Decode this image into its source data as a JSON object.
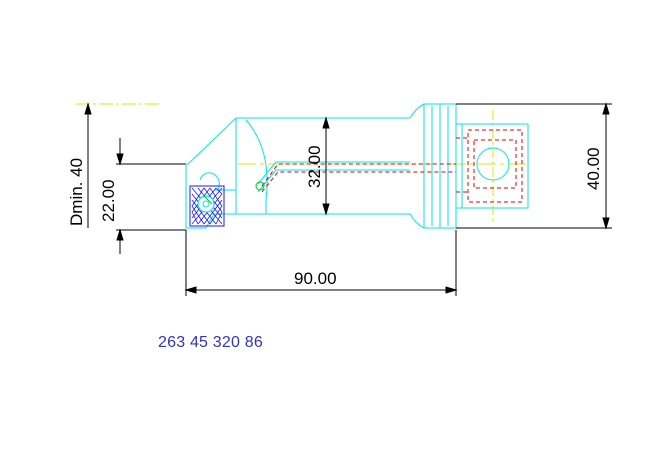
{
  "drawing": {
    "dimensions": {
      "dmin": "Dmin. 40",
      "offset": "22.00",
      "height": "32.00",
      "length": "90.00",
      "coupling": "40.00"
    },
    "part_number": "263 45 320 86"
  },
  "colors": {
    "outline": "#00e5ee",
    "hidden": "#e00000",
    "centerline": "#e6e600",
    "insert": "#1a1aff",
    "dimension": "#000000",
    "part_number": "#3232c8"
  }
}
